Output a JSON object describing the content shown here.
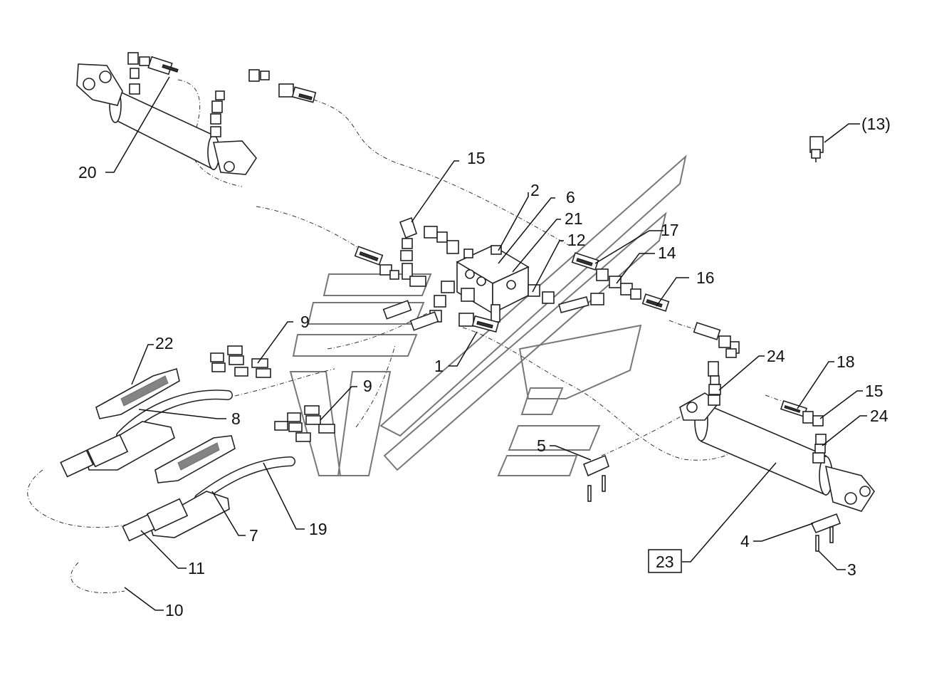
{
  "callouts": {
    "c1": "1",
    "c2": "2",
    "c3": "3",
    "c4": "4",
    "c5": "5",
    "c6": "6",
    "c7": "7",
    "c8": "8",
    "c9a": "9",
    "c9b": "9",
    "c10": "10",
    "c11": "11",
    "c12": "12",
    "c13": "(13)",
    "c14": "14",
    "c15a": "15",
    "c15b": "15",
    "c16": "16",
    "c17": "17",
    "c18": "18",
    "c19": "19",
    "c20": "20",
    "c21": "21",
    "c22": "22",
    "c23": "23",
    "c24a": "24",
    "c24b": "24"
  }
}
